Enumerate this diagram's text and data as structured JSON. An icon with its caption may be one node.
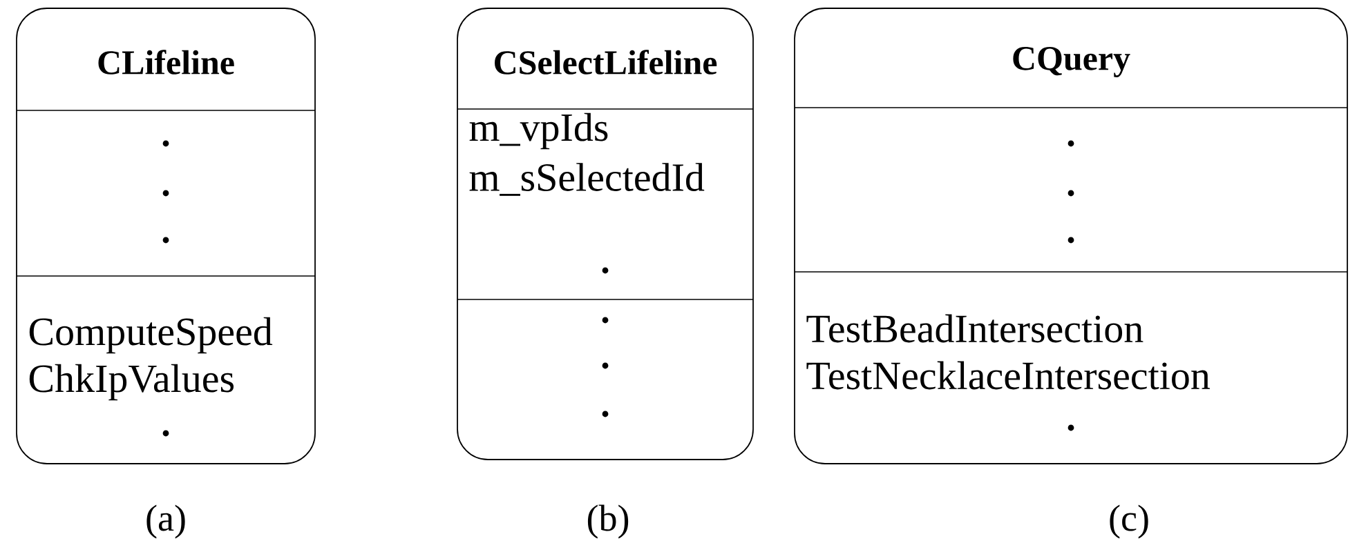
{
  "diagram": {
    "nodes": [
      {
        "text": [
          "CLifeline",
          "ComputeSpeed",
          "ChkIpValues"
        ],
        "beside": [
          "(a)"
        ]
      },
      {
        "text": [
          "CSelectLifeline",
          "m_vpIds",
          "m_sSelectedId"
        ],
        "beside": [
          "(b)"
        ]
      },
      {
        "text": [
          "CQuery",
          "TestBeadIntersection",
          "TestNecklaceIntersection"
        ],
        "beside": [
          "(c)"
        ]
      }
    ],
    "edges": []
  }
}
